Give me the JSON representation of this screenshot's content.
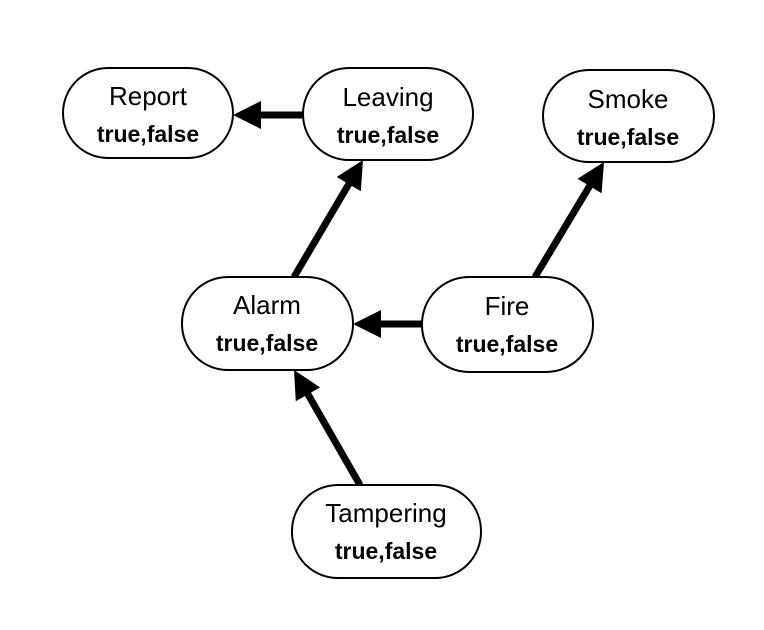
{
  "nodes": [
    {
      "id": "report",
      "name": "Report",
      "states": "true,false"
    },
    {
      "id": "leaving",
      "name": "Leaving",
      "states": "true,false"
    },
    {
      "id": "smoke",
      "name": "Smoke",
      "states": "true,false"
    },
    {
      "id": "alarm",
      "name": "Alarm",
      "states": "true,false"
    },
    {
      "id": "fire",
      "name": "Fire",
      "states": "true,false"
    },
    {
      "id": "tampering",
      "name": "Tampering",
      "states": "true,false"
    }
  ],
  "edges": [
    {
      "from": "leaving",
      "to": "report"
    },
    {
      "from": "alarm",
      "to": "leaving"
    },
    {
      "from": "fire",
      "to": "alarm"
    },
    {
      "from": "fire",
      "to": "smoke"
    },
    {
      "from": "tampering",
      "to": "alarm"
    }
  ],
  "colors": {
    "stroke": "#000000",
    "fill": "#ffffff",
    "text": "#000000"
  }
}
